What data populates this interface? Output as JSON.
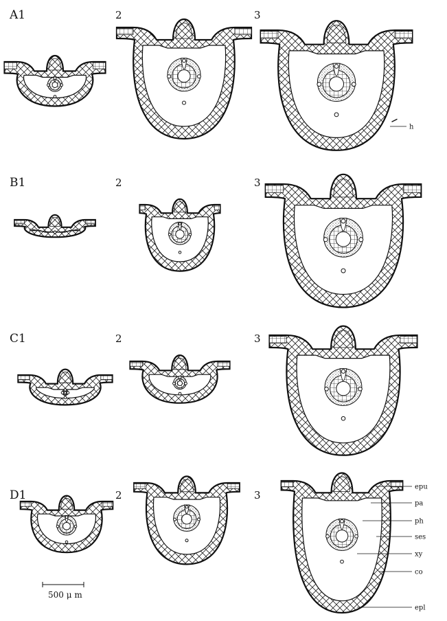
{
  "figure": {
    "rows": [
      {
        "letter": "A",
        "panels": [
          "1",
          "2",
          "3"
        ]
      },
      {
        "letter": "B",
        "panels": [
          "1",
          "2",
          "3"
        ]
      },
      {
        "letter": "C",
        "panels": [
          "1",
          "2",
          "3"
        ]
      },
      {
        "letter": "D",
        "panels": [
          "1",
          "2",
          "3"
        ]
      }
    ],
    "annotations": {
      "hair": "h",
      "epu": "epu",
      "pa": "pa",
      "ph": "ph",
      "ses": "ses",
      "xy": "xy",
      "co": "co",
      "epl": "epl"
    },
    "scale_bar": {
      "label": "500 μ m",
      "value": 500,
      "unit": "μm"
    }
  }
}
